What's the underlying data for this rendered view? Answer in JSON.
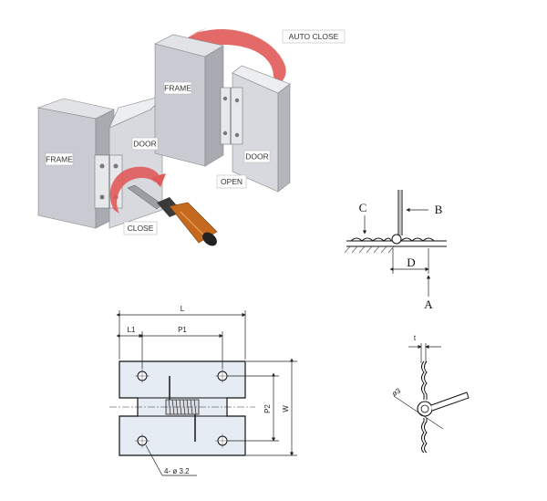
{
  "illustration": {
    "labels": {
      "auto_close": "AUTO CLOSE",
      "frame_left": "FRAME",
      "door_left": "DOOR",
      "frame_right": "FRAME",
      "door_right": "DOOR",
      "open": "OPEN",
      "close": "CLOSE"
    },
    "colors": {
      "arrow": "#e15a5a",
      "panel": "#c9cbd2",
      "screwdriver": "#c4691d"
    }
  },
  "force_diagram": {
    "labels": {
      "a": "A",
      "b": "B",
      "c": "C",
      "d": "D"
    }
  },
  "front_view": {
    "labels": {
      "l": "L",
      "l1": "L1",
      "p1": "P1",
      "p2": "P2",
      "w": "W",
      "holes": "4- ø 3.2"
    }
  },
  "side_view": {
    "labels": {
      "t": "t",
      "dia": "ø3"
    }
  }
}
